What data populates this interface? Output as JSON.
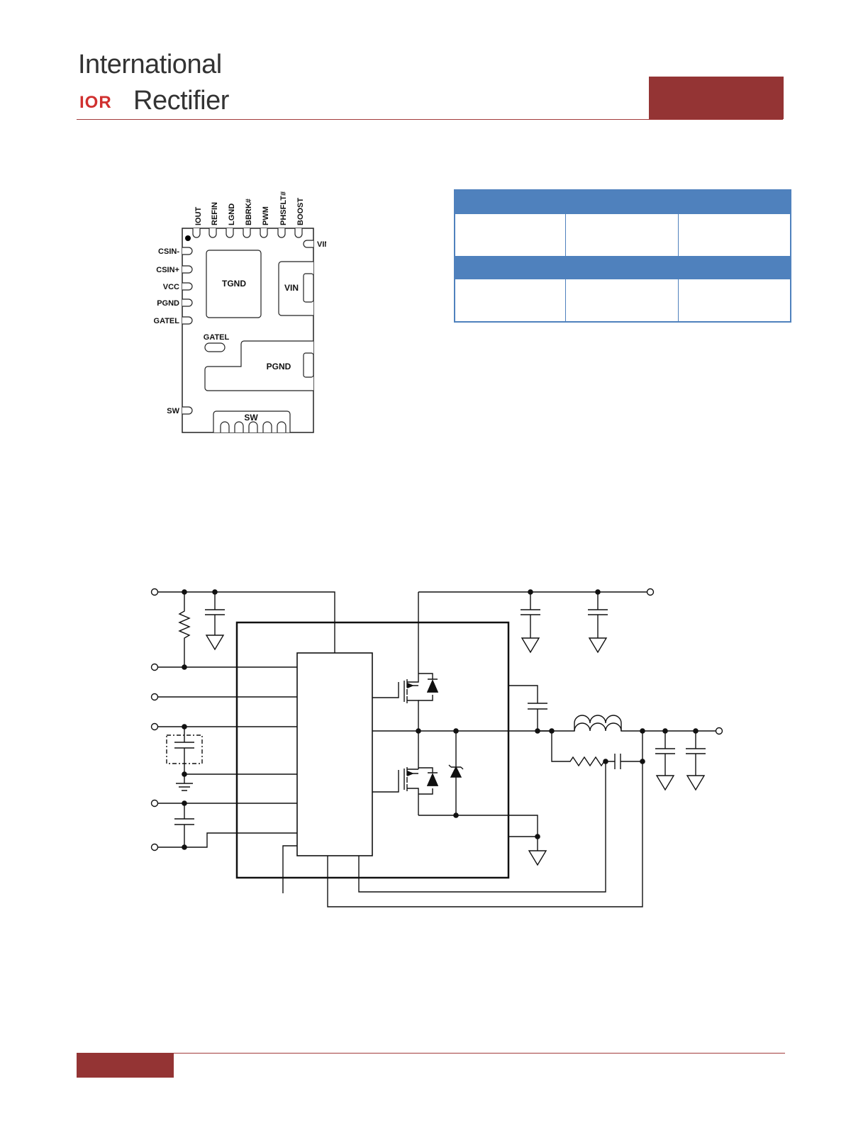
{
  "header": {
    "brand_line1": "International",
    "brand_mark": "IOR",
    "brand_line2": "Rectifier"
  },
  "pin_diagram": {
    "top_pins": [
      "IOUT",
      "REFIN",
      "LGND",
      "BBRK#",
      "PWM",
      "PHSFLT#",
      "BOOST"
    ],
    "left_pins": [
      "CSIN-",
      "CSIN+",
      "VCC",
      "PGND",
      "GATEL",
      "SW"
    ],
    "right_pins": [
      "VIN"
    ],
    "pads": {
      "tgnd": "TGND",
      "vin": "VIN",
      "gatel": "GATEL",
      "pgnd": "PGND",
      "sw": "SW"
    }
  },
  "colors": {
    "brand_red": "#943434",
    "logo_red": "#d0302f",
    "table_blue": "#4f81bd"
  }
}
